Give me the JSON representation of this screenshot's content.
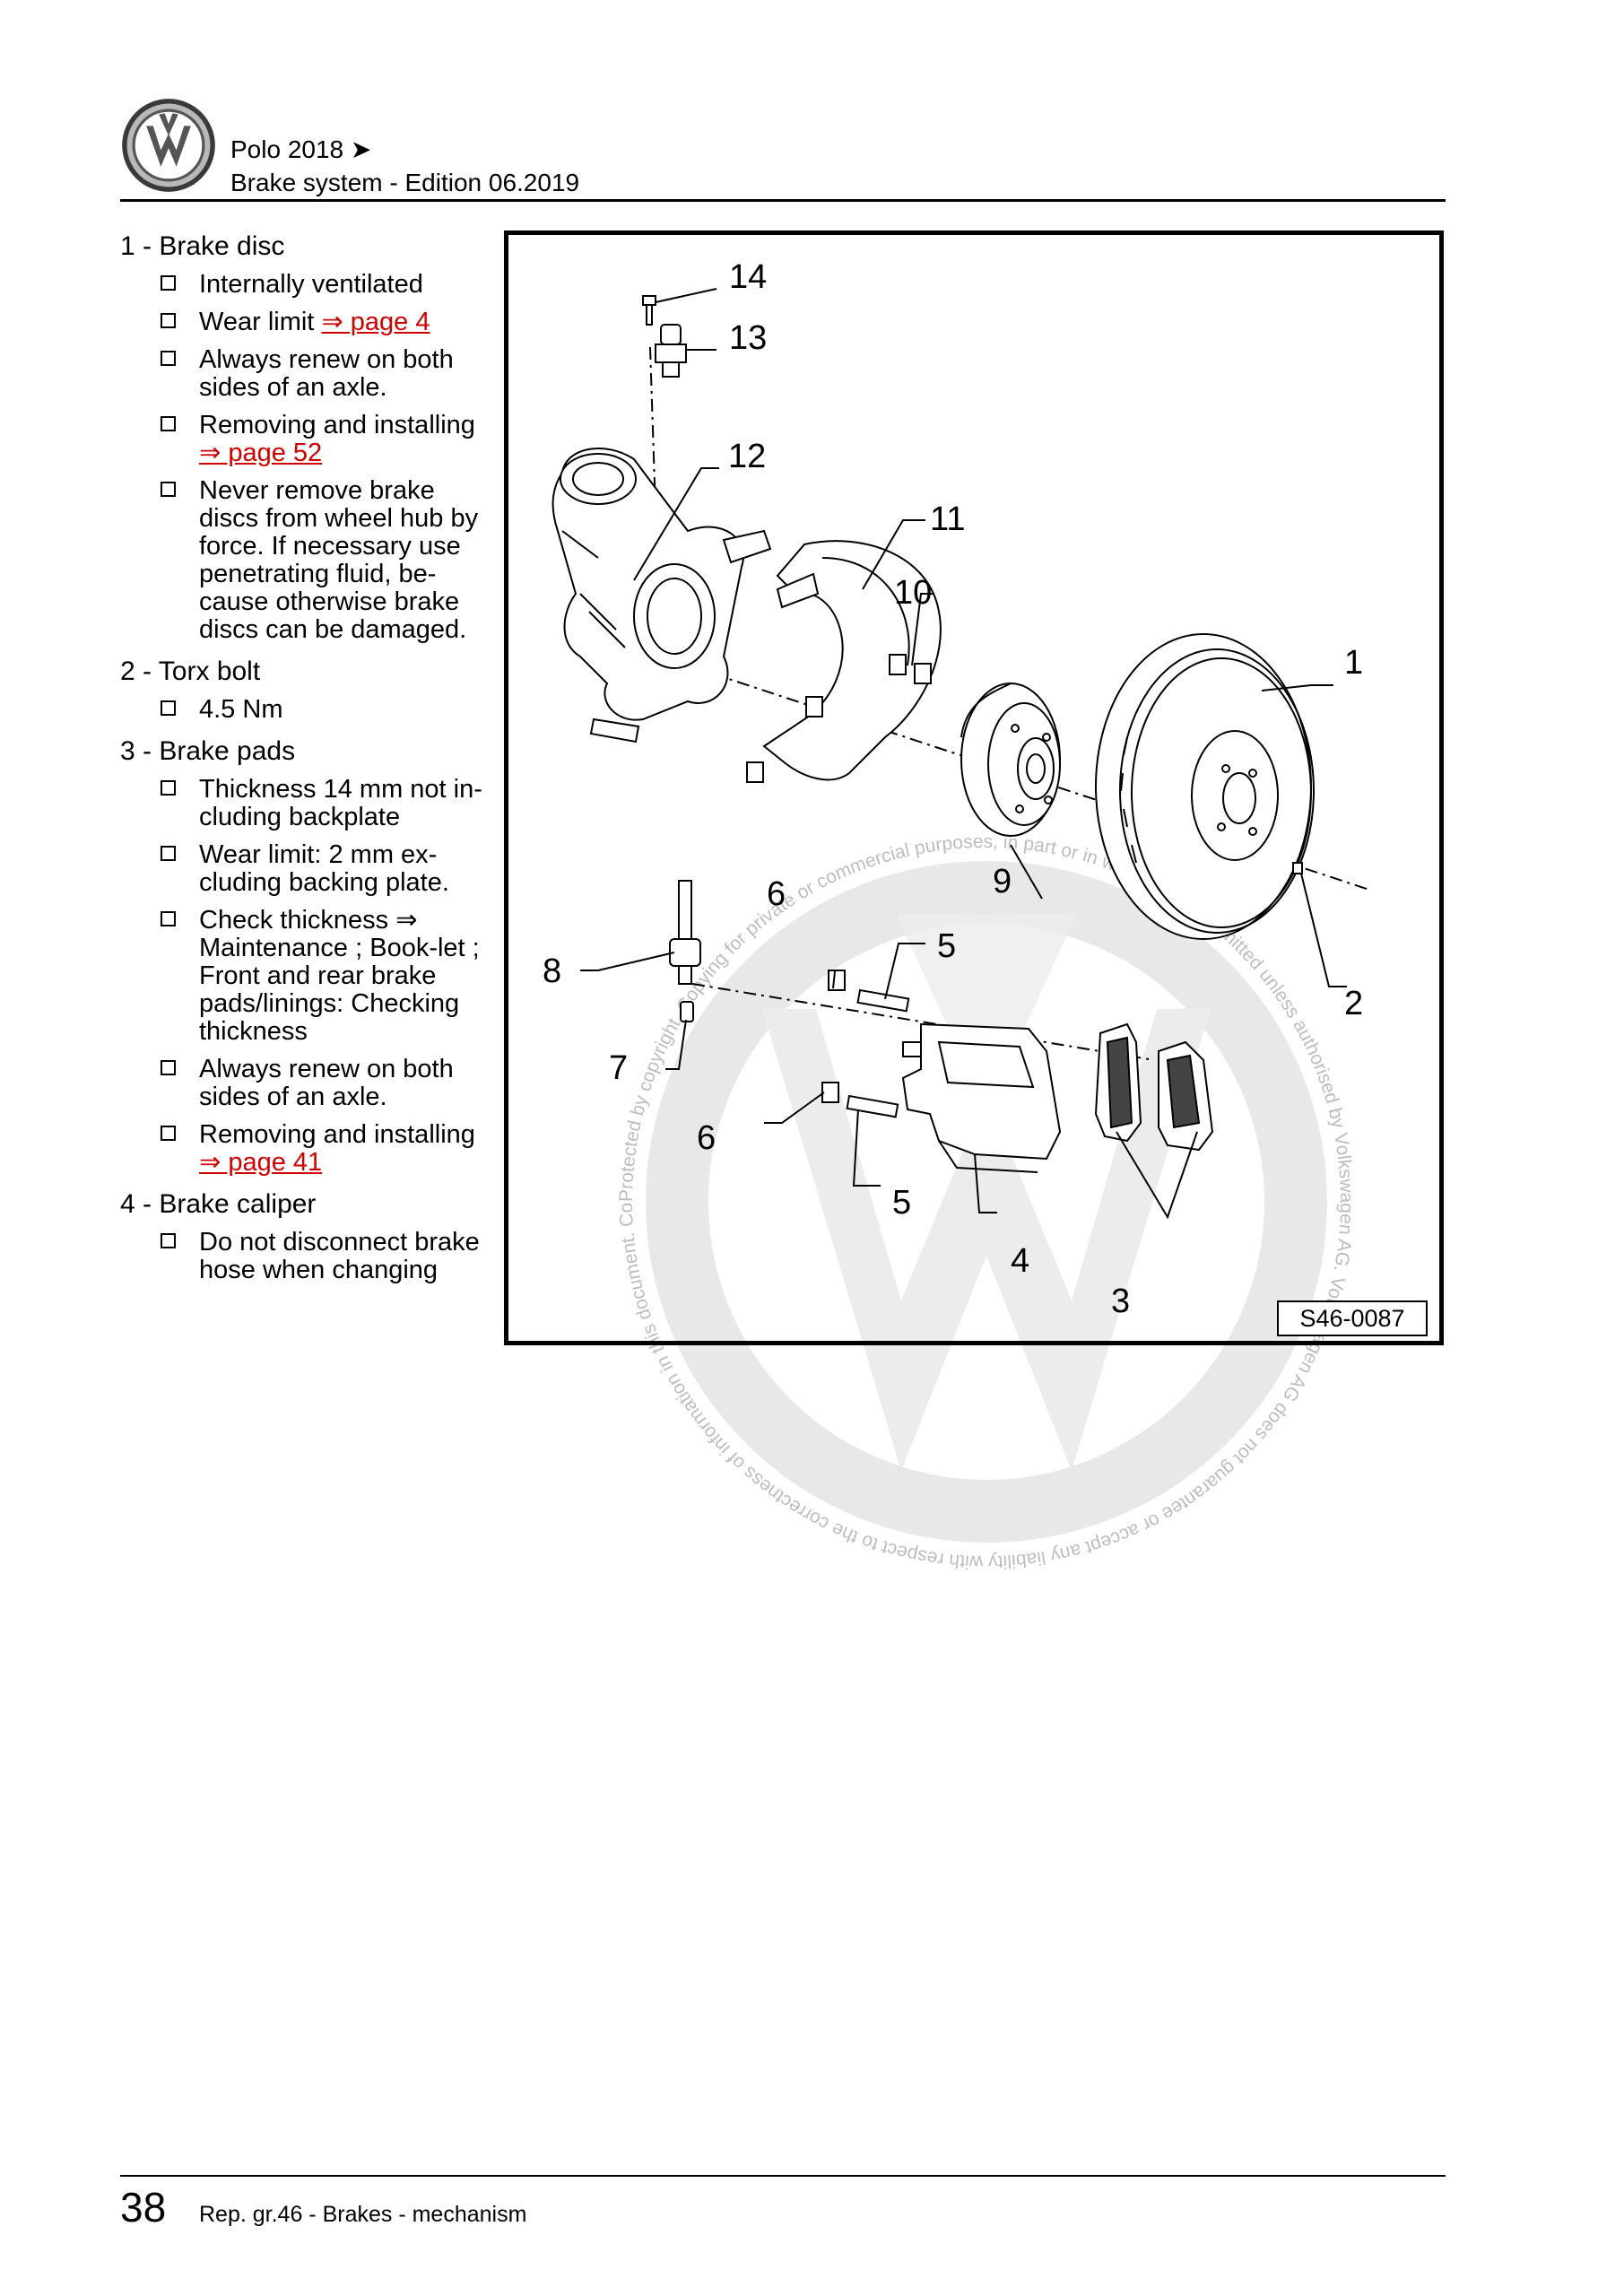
{
  "header": {
    "title_line1": "Polo 2018 ➤",
    "title_line2": "Brake system - Edition 06.2019"
  },
  "sections": [
    {
      "title": "1 - Brake disc",
      "items": [
        {
          "text": "Internally ventilated"
        },
        {
          "text": "Wear limit",
          "link": "⇒ page 4"
        },
        {
          "text": "Always renew on both sides of an axle."
        },
        {
          "text": "Removing and installing",
          "link": "⇒ page 52"
        },
        {
          "text": "Never remove brake discs from wheel hub by force. If necessary use penetrating fluid, be-cause otherwise brake discs can be damaged."
        }
      ]
    },
    {
      "title": "2 - Torx bolt",
      "items": [
        {
          "text": "4.5 Nm"
        }
      ]
    },
    {
      "title": "3 - Brake pads",
      "items": [
        {
          "text": "Thickness 14 mm not in-cluding backplate"
        },
        {
          "text": "Wear limit: 2 mm ex-cluding backing plate."
        },
        {
          "text": "Check thickness ⇒ Maintenance ; Book-let ; Front and rear brake pads/linings: Checking thickness"
        },
        {
          "text": "Always renew on both sides of an axle."
        },
        {
          "text": "Removing and installing",
          "link": "⇒ page 41"
        }
      ]
    },
    {
      "title": "4 - Brake caliper",
      "items": [
        {
          "text": "Do not disconnect brake hose when changing"
        }
      ]
    }
  ],
  "figure": {
    "code": "S46-0087",
    "callouts": [
      "14",
      "13",
      "12",
      "11",
      "10",
      "1",
      "9",
      "6",
      "5",
      "8",
      "7",
      "6",
      "5",
      "4",
      "3",
      "2"
    ]
  },
  "watermark": {
    "text_top": "Protected by copyright. Copying for private or commercial purposes, in part or in whole, is not permitted unless authorised by Volkswagen AG. Volkswagen AG does not guarantee or accept any liability with respect to the correctness of information in this document. Copyright by Volkswagen AG."
  },
  "footer": {
    "page_number": "38",
    "text": "Rep. gr.46 - Brakes - mechanism"
  },
  "colors": {
    "link": "#d00000",
    "watermark": "#e6e6e6",
    "logo_ring": "#8a8a8a"
  },
  "icons": {
    "logo": "vw-logo",
    "checkbox": "checkbox-icon"
  }
}
